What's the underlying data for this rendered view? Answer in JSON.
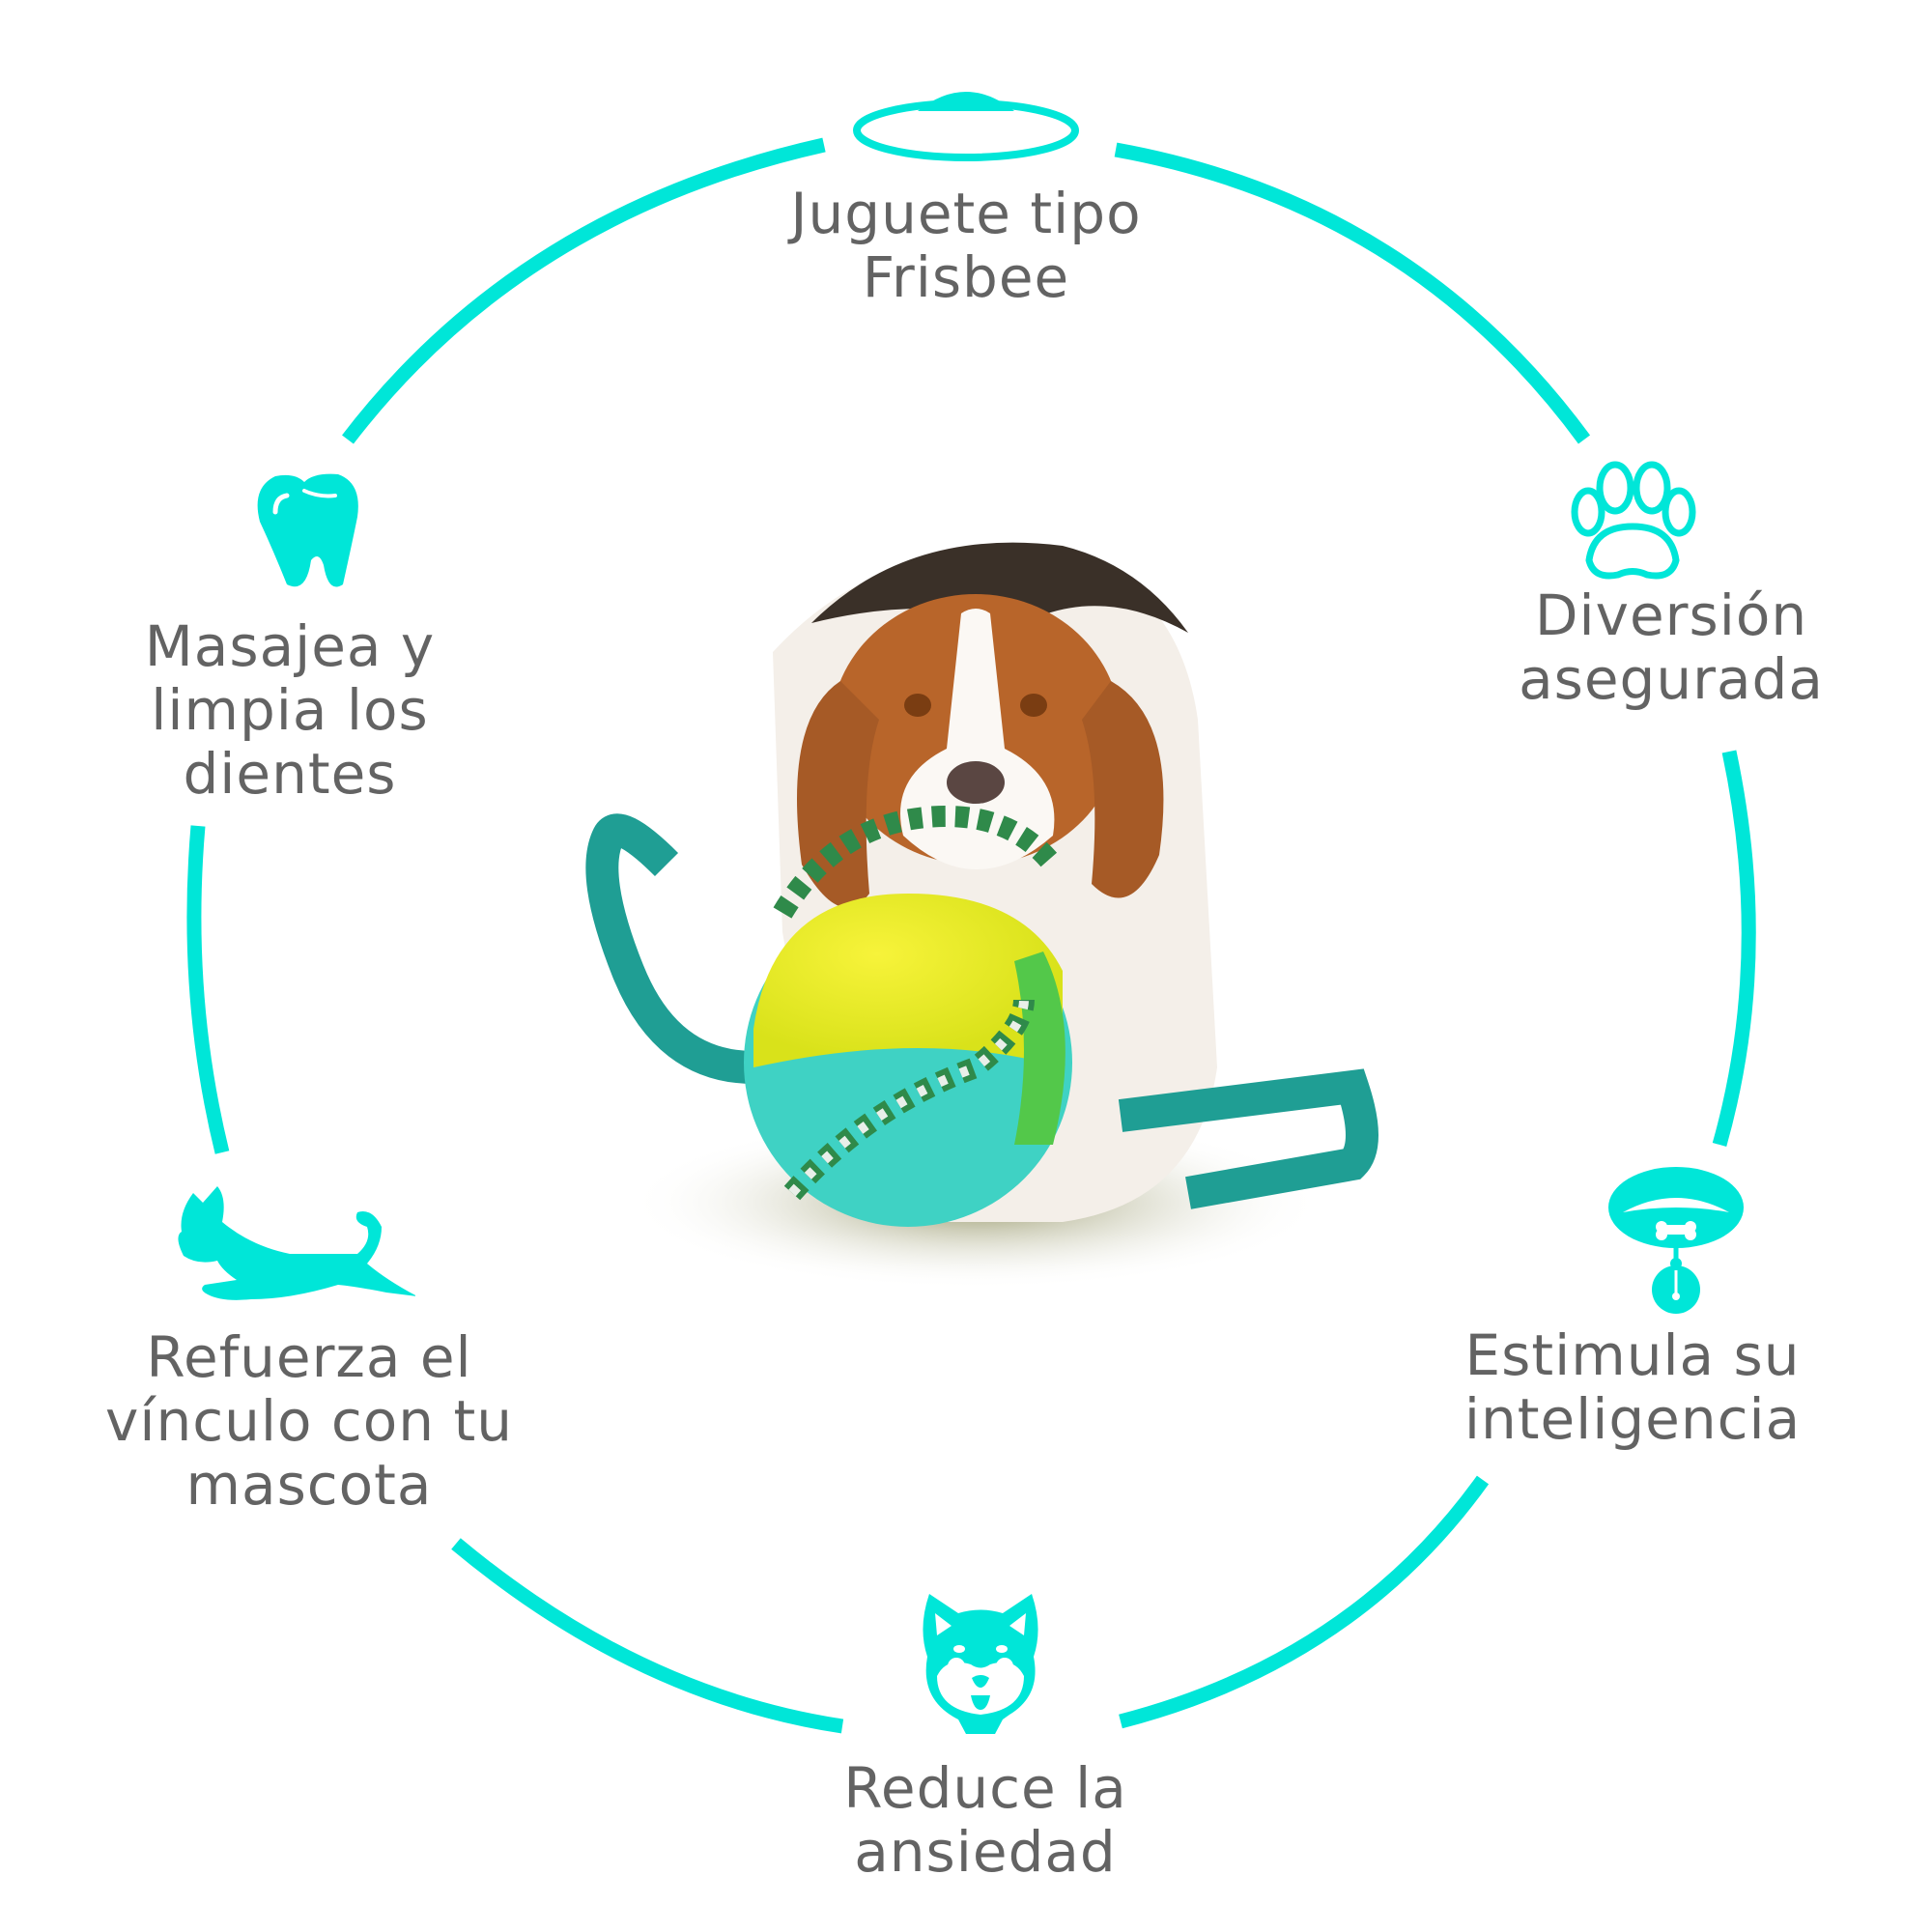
{
  "colors": {
    "accent": "#00E6D8",
    "text": "#636363",
    "background": "#FFFFFF"
  },
  "center_image": {
    "subject": "beagle dog chasing a yellow-green-teal ball toy with teal strap handles and green/white rope",
    "icon": "dog-with-ball-photo"
  },
  "features": [
    {
      "id": "frisbee",
      "icon": "frisbee-icon",
      "lines": [
        "Juguete tipo",
        "Frisbee"
      ]
    },
    {
      "id": "fun",
      "icon": "paw-icon",
      "lines": [
        "Diversión",
        "asegurada"
      ]
    },
    {
      "id": "intelligence",
      "icon": "collar-icon",
      "lines": [
        "Estimula su",
        "inteligencia"
      ]
    },
    {
      "id": "anxiety",
      "icon": "dog-face-icon",
      "lines": [
        "Reduce la",
        "ansiedad"
      ]
    },
    {
      "id": "bond",
      "icon": "running-dog-icon",
      "lines": [
        "Refuerza el",
        "vínculo con tu",
        "mascota"
      ]
    },
    {
      "id": "teeth",
      "icon": "tooth-icon",
      "lines": [
        "Masajea y",
        "limpia los",
        "dientes"
      ]
    }
  ]
}
